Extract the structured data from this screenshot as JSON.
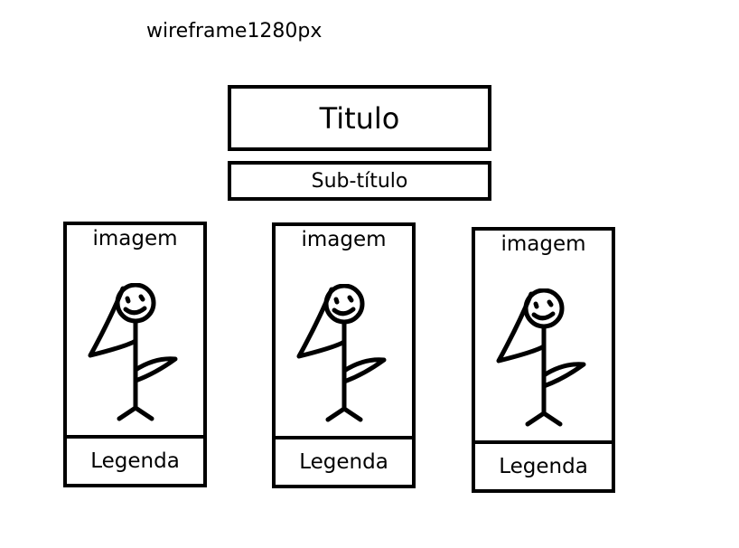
{
  "canvas_label": "wireframe1280px",
  "title": "Titulo",
  "subtitle": "Sub-título",
  "cards": [
    {
      "image_label": "imagem",
      "caption": "Legenda",
      "figure_icon": "stick-figure-icon"
    },
    {
      "image_label": "imagem",
      "caption": "Legenda",
      "figure_icon": "stick-figure-icon"
    },
    {
      "image_label": "imagem",
      "caption": "Legenda",
      "figure_icon": "stick-figure-icon"
    }
  ],
  "colors": {
    "stroke": "#000000",
    "background": "#ffffff"
  }
}
